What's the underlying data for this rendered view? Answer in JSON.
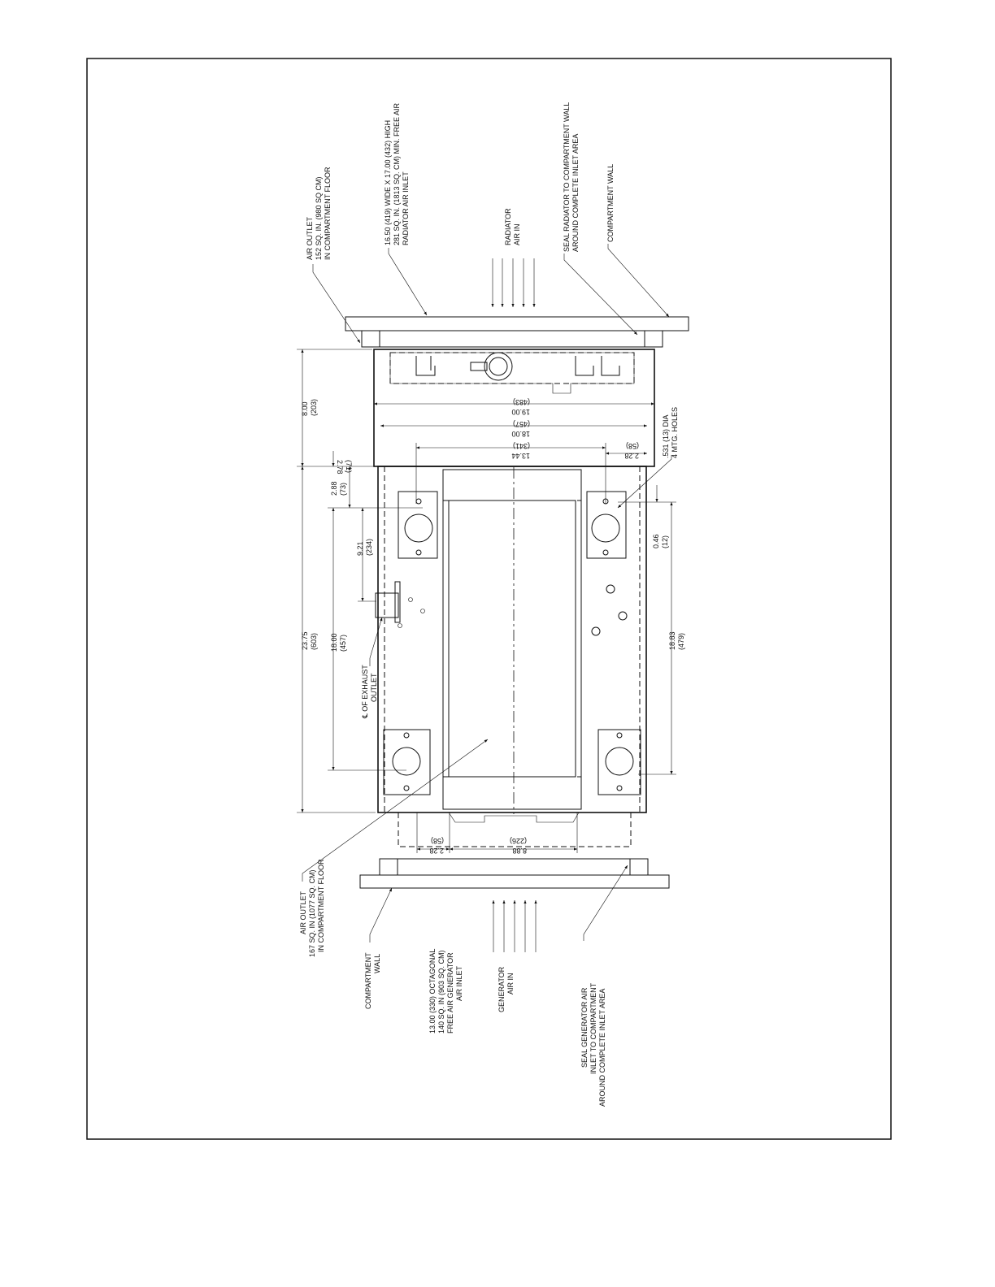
{
  "labels": {
    "air_outlet_top": [
      "AIR OUTLET",
      "152 SQ. IN. (980 SQ CM)",
      "IN COMPARTMENT FLOOR"
    ],
    "radiator_inlet_spec": [
      "16.50 (419) WIDE X 17.00 (432) HIGH",
      "281 SQ. IN. (1813 SQ. CM) MIN. FREE AIR",
      "RADIATOR AIR INLET"
    ],
    "radiator_air_in": [
      "RADIATOR",
      "AIR IN"
    ],
    "seal_radiator": [
      "SEAL RADIATOR TO COMPARTMENT WALL",
      "AROUND COMPLETE INLET AREA"
    ],
    "compartment_wall_top": [
      "COMPARTMENT WALL"
    ],
    "air_outlet_bottom": [
      "AIR OUTLET",
      "167 SQ. IN (1077 SQ. CM)",
      "IN COMPARTMENT FLOOR"
    ],
    "compartment_wall_bottom": [
      "COMPARTMENT",
      "WALL"
    ],
    "generator_inlet_spec": [
      "13.00 (330) OCTAGONAL",
      "140 SQ. IN (903 SQ. CM)",
      "FREE AIR GENERATOR",
      "AIR INLET"
    ],
    "generator_air_in": [
      "GENERATOR",
      "AIR IN"
    ],
    "seal_generator": [
      "SEAL GENERATOR AIR",
      "INLET TO COMPARTMENT",
      "AROUND COMPLETE INLET AREA"
    ],
    "exhaust_outlet": [
      "℄ OF EXHAUST",
      "OUTLET"
    ],
    "mtg_holes": [
      ".531 (13) DIA",
      "4 MTG. HOLES"
    ]
  },
  "dimensions": {
    "d_8_00": [
      "8.00",
      "(203)"
    ],
    "d_23_75": [
      "23.75",
      "(603)"
    ],
    "d_2_78": [
      "2.78",
      "(71)"
    ],
    "d_2_88": [
      "2.88",
      "(73)"
    ],
    "d_9_21": [
      "9.21",
      "(234)"
    ],
    "d_18_00": [
      "18.00",
      "(457)"
    ],
    "d_19_00_inv": [
      "19.00",
      "(483)"
    ],
    "d_18_00_inv": [
      "18.00",
      "(457)"
    ],
    "d_13_44_inv": [
      "13.44",
      "(341)"
    ],
    "d_2_28_top_inv": [
      "2.28",
      "(58)"
    ],
    "d_0_46": [
      "0.46",
      "(12)"
    ],
    "d_18_83": [
      "18.83",
      "(479)"
    ],
    "d_2_28_bot_inv": [
      "2.28",
      "(58)"
    ],
    "d_8_88_inv": [
      "8.88",
      "(226)"
    ]
  }
}
